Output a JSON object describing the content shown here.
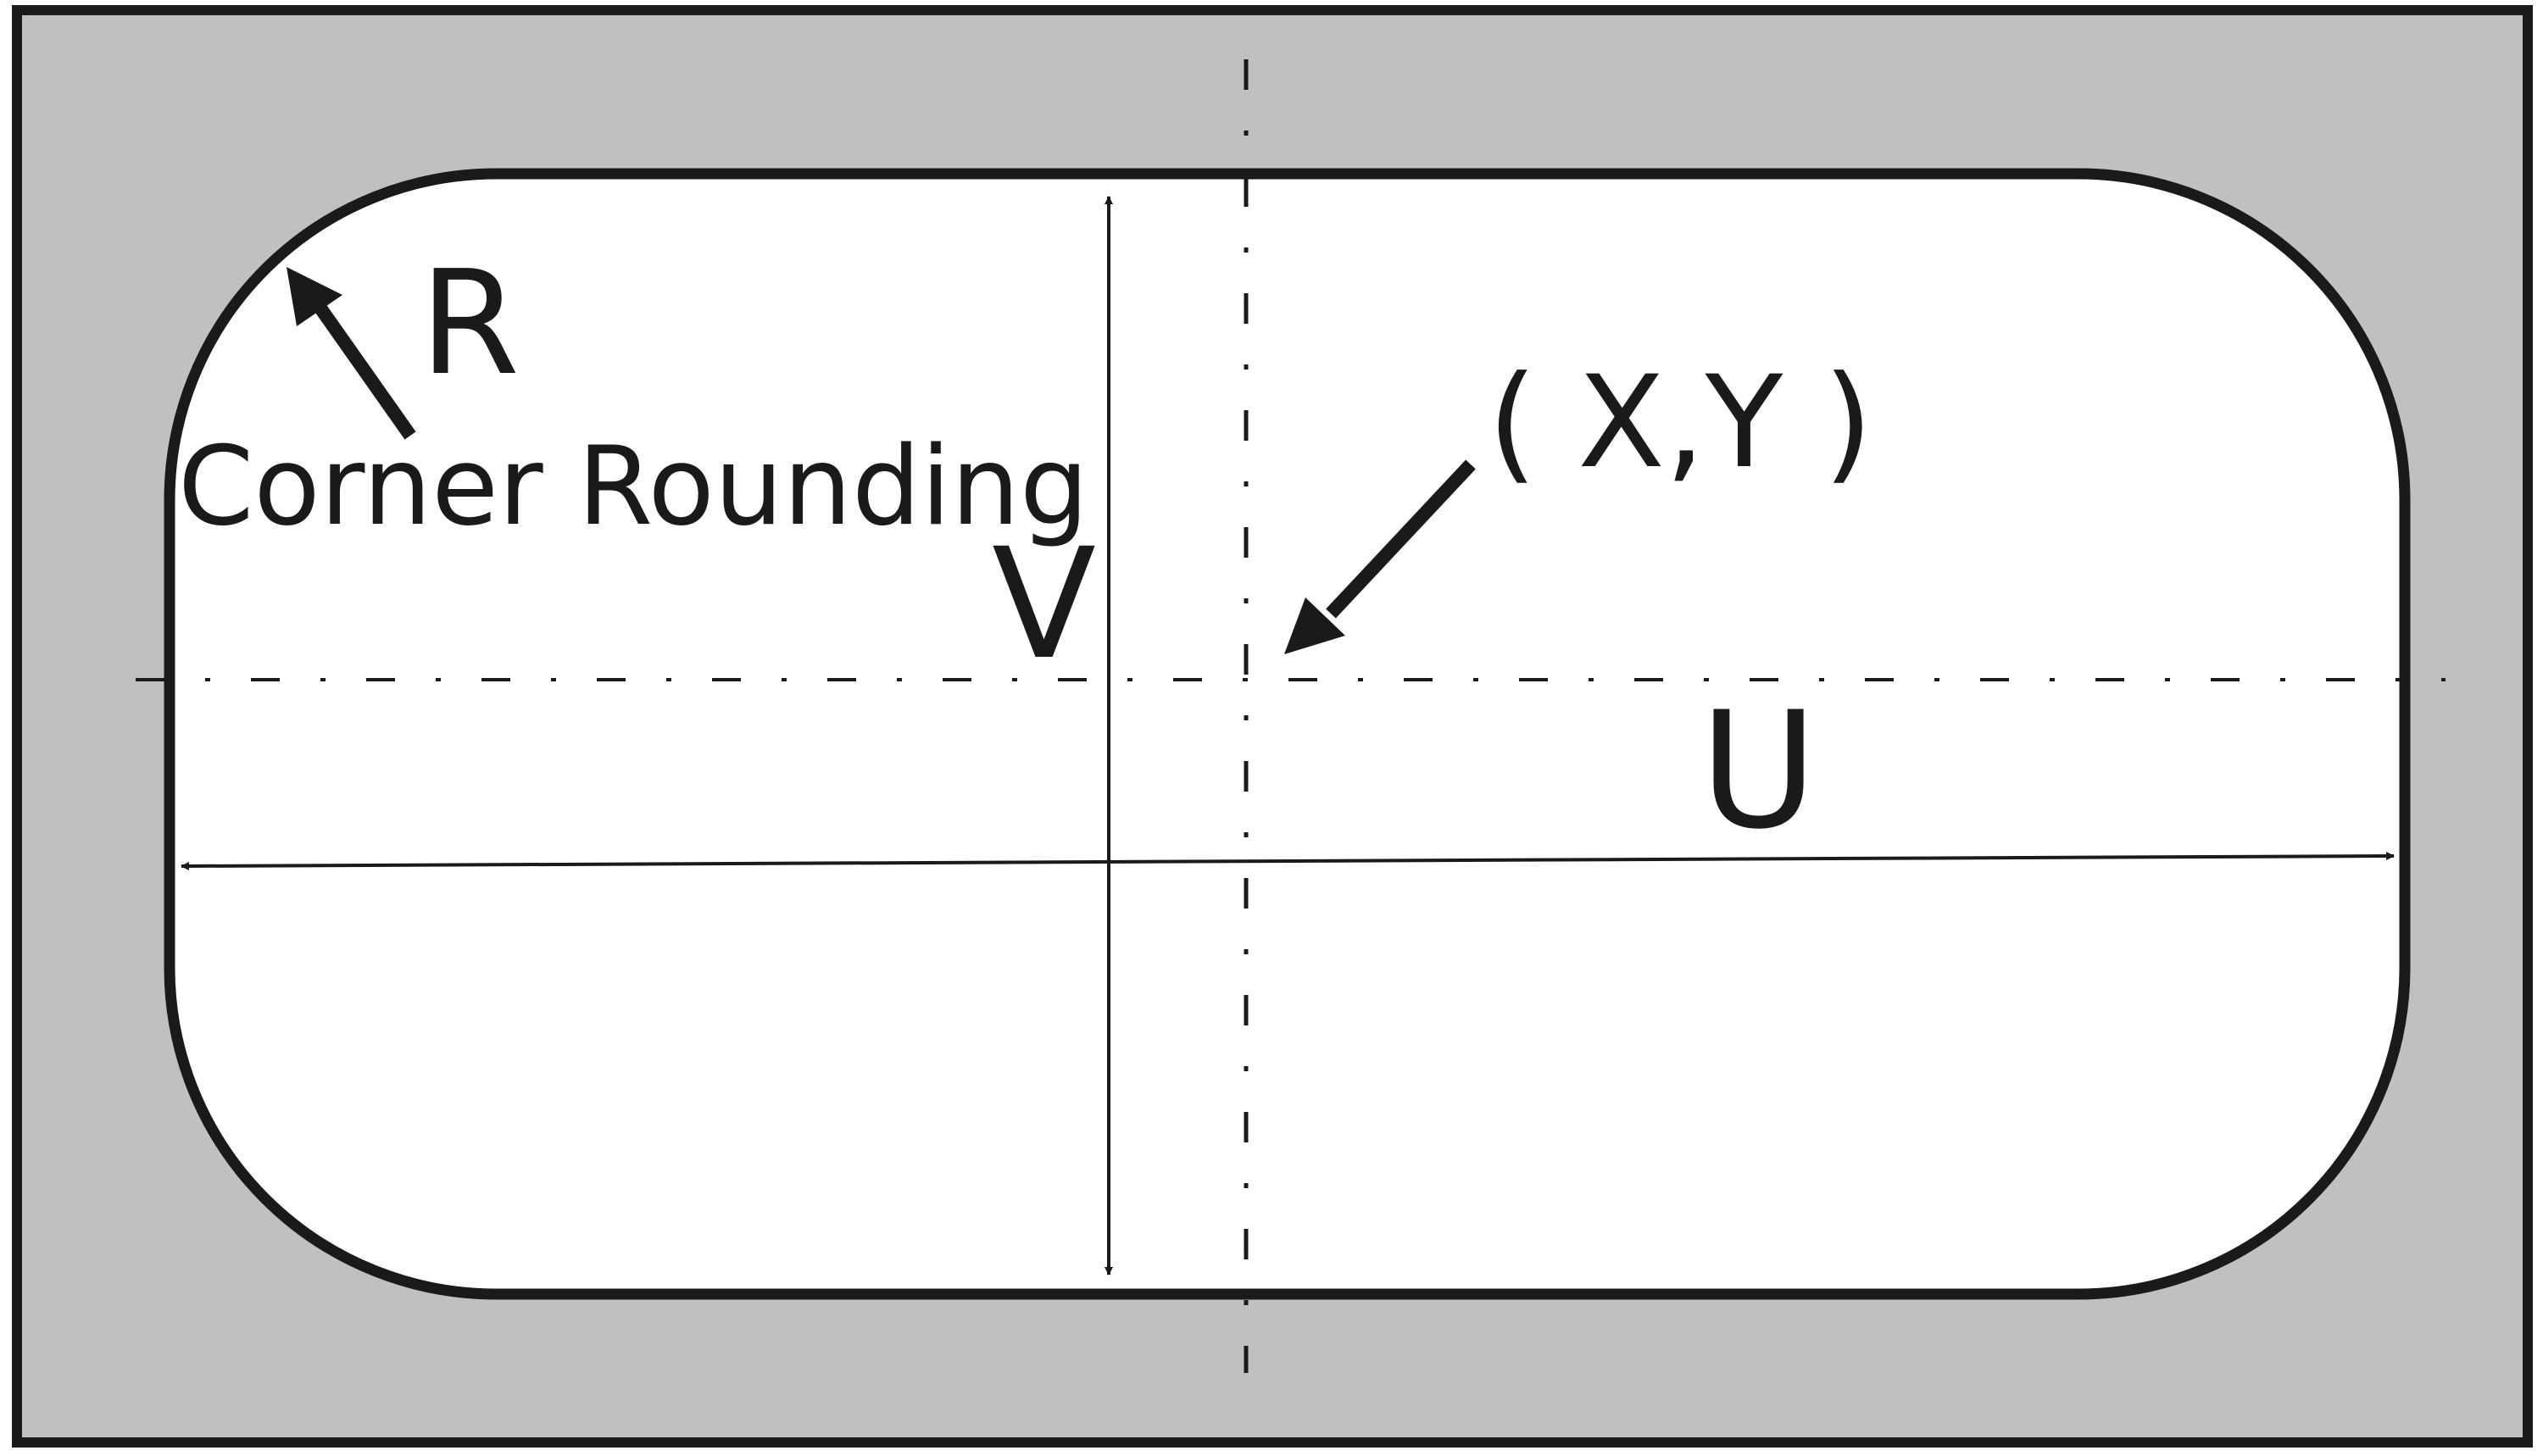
{
  "diagram": {
    "labels": {
      "radius": "R",
      "corner_rounding": "Corner Rounding",
      "height": "V",
      "width": "U",
      "center_point": "( X,Y )"
    },
    "colors": {
      "background_fill": "#c0c0c0",
      "shape_fill": "#ffffff",
      "stroke": "#1a1a1a"
    }
  }
}
